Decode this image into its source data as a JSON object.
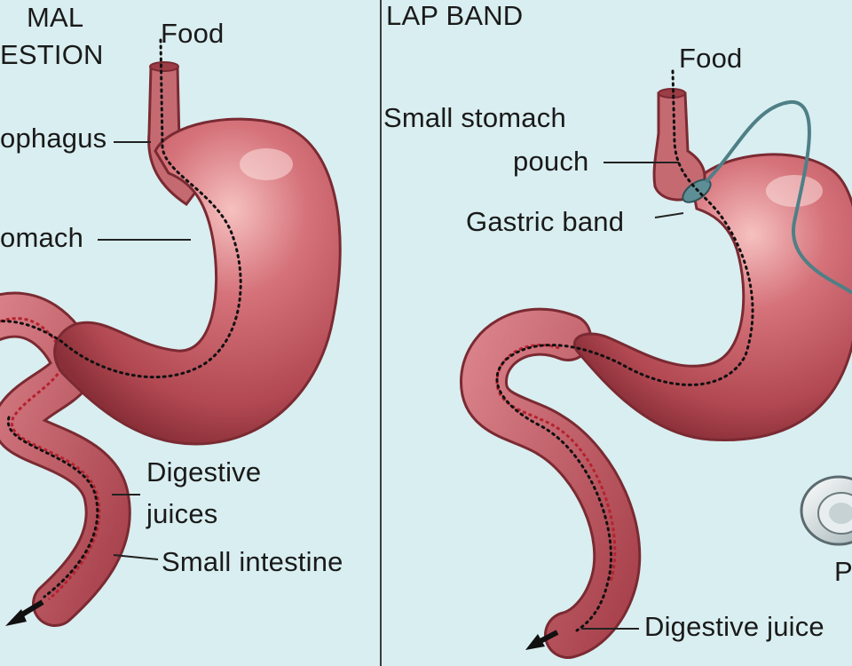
{
  "colors": {
    "background": "#d9eef0",
    "tissue": "#c2575e",
    "tissue_dark": "#7a2a32",
    "tissue_light": "#f1b3b3",
    "inner_lining": "#b5222f",
    "band_tube": "#4f7f86",
    "leader_line": "#222222"
  },
  "left_panel": {
    "title_line1": "MAL",
    "title_line2": "ESTION",
    "labels": {
      "food": "Food",
      "esophagus": "ophagus",
      "stomach": "omach",
      "digestive_juices_1": "Digestive",
      "digestive_juices_2": "juices",
      "small_intestine": "Small intestine"
    }
  },
  "right_panel": {
    "title": "LAP BAND",
    "labels": {
      "food": "Food",
      "small_stomach_pouch_1": "Small stomach",
      "small_stomach_pouch_2": "pouch",
      "gastric_band": "Gastric band",
      "digestive_juices": "Digestive juice",
      "port_partial": "P"
    }
  },
  "icons": [
    "exit-arrow-icon",
    "access-port-icon"
  ]
}
